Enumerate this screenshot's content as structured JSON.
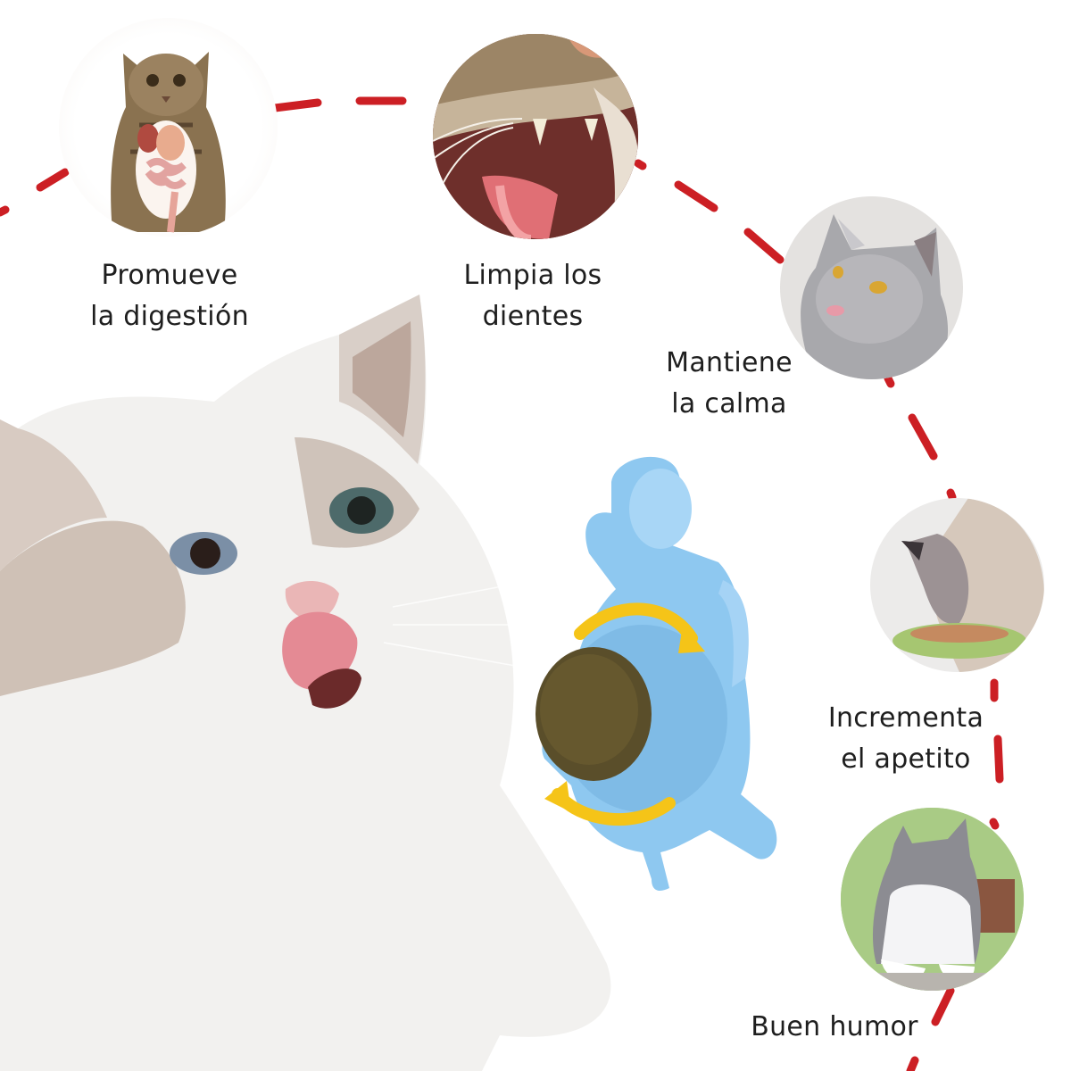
{
  "colors": {
    "background": "#ffffff",
    "dashed_path": "#cc1f24",
    "label_text": "#1e1e1e",
    "toy_blue": "#8ec8f0",
    "arrow_yellow": "#f5c418",
    "catnip_ball": "#5a4e2a"
  },
  "benefits": [
    {
      "line1": "Promueve",
      "line2": "la digestión",
      "image": "tabby-cat-digestive-system"
    },
    {
      "line1": "Limpia los",
      "line2": "dientes",
      "image": "cat-open-mouth-teeth"
    },
    {
      "line1": "Mantiene",
      "line2": "la calma",
      "image": "gray-cat-licking-lips"
    },
    {
      "line1": "Incrementa",
      "line2": "el apetito",
      "image": "cat-eating-from-green-bowl"
    },
    {
      "line1": "Buen humor",
      "line2": "",
      "image": "cat-relaxing-eyes-closed"
    }
  ],
  "hero": {
    "main_image": "white-cat-licking-nose",
    "product": "blue-turtle-catnip-ball-wall-toy",
    "rotation_arrows": "rotate-arrows"
  }
}
